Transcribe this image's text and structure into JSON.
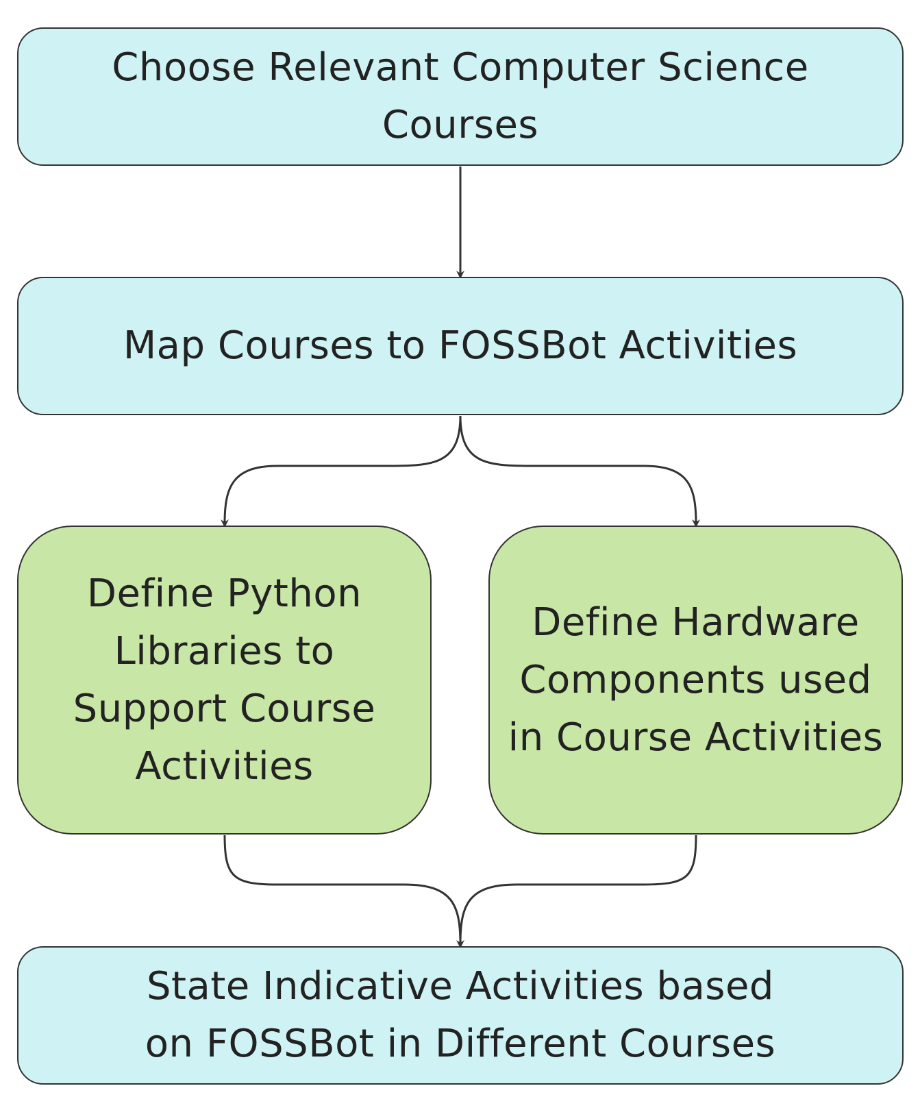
{
  "nodes": {
    "choose_courses": "Choose Relevant Computer Science Courses",
    "map_courses": "Map Courses to FOSSBot Activities",
    "python_libraries": "Define Python Libraries to Support Course Activities",
    "hardware_components": "Define Hardware Components used in Course Activities",
    "indicative_activities": "State Indicative Activities based on FOSSBot in Different Courses"
  },
  "colors": {
    "process_fill": "#cff3f4",
    "definition_fill": "#c8e6a6",
    "border": "#333333",
    "text": "#222222"
  }
}
